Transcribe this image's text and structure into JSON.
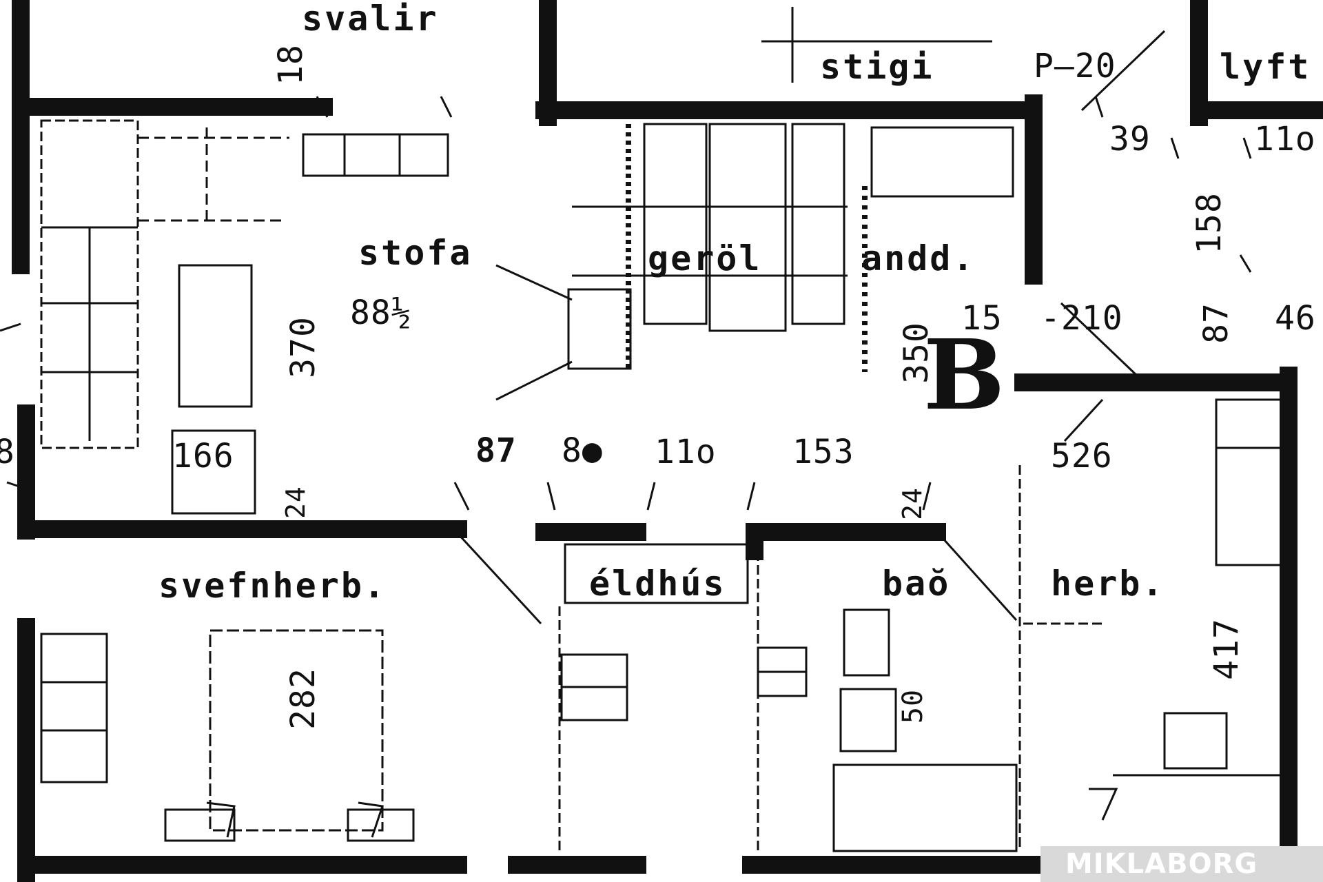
{
  "rooms": {
    "svalir": "svalir",
    "stigi": "stigi",
    "lyfta": "lyft",
    "stofa": "stofa",
    "stofa_area": "88½",
    "geymsla": "geröl",
    "andd": "andd.",
    "svefnherb": "svefnherb.",
    "eldhus": "éldhús",
    "bad": "baŏ",
    "herb": "herb.",
    "unit": "B"
  },
  "dimensions": {
    "d18": "18",
    "p20": "P—20",
    "d39": "39",
    "d11": "11o",
    "d158": "158",
    "d370": "370",
    "d350": "350",
    "d15": "15",
    "d210": "-210",
    "d87a": "87",
    "d46": "46",
    "d166": "166",
    "d87b": "87",
    "d80": "8●",
    "d110": "11o",
    "d153": "153",
    "d526": "526",
    "d24a": "24",
    "d24b": "24",
    "d282": "282",
    "d417": "417",
    "d50": "50",
    "left_edge": "8"
  },
  "watermark": "MIKLABORG"
}
